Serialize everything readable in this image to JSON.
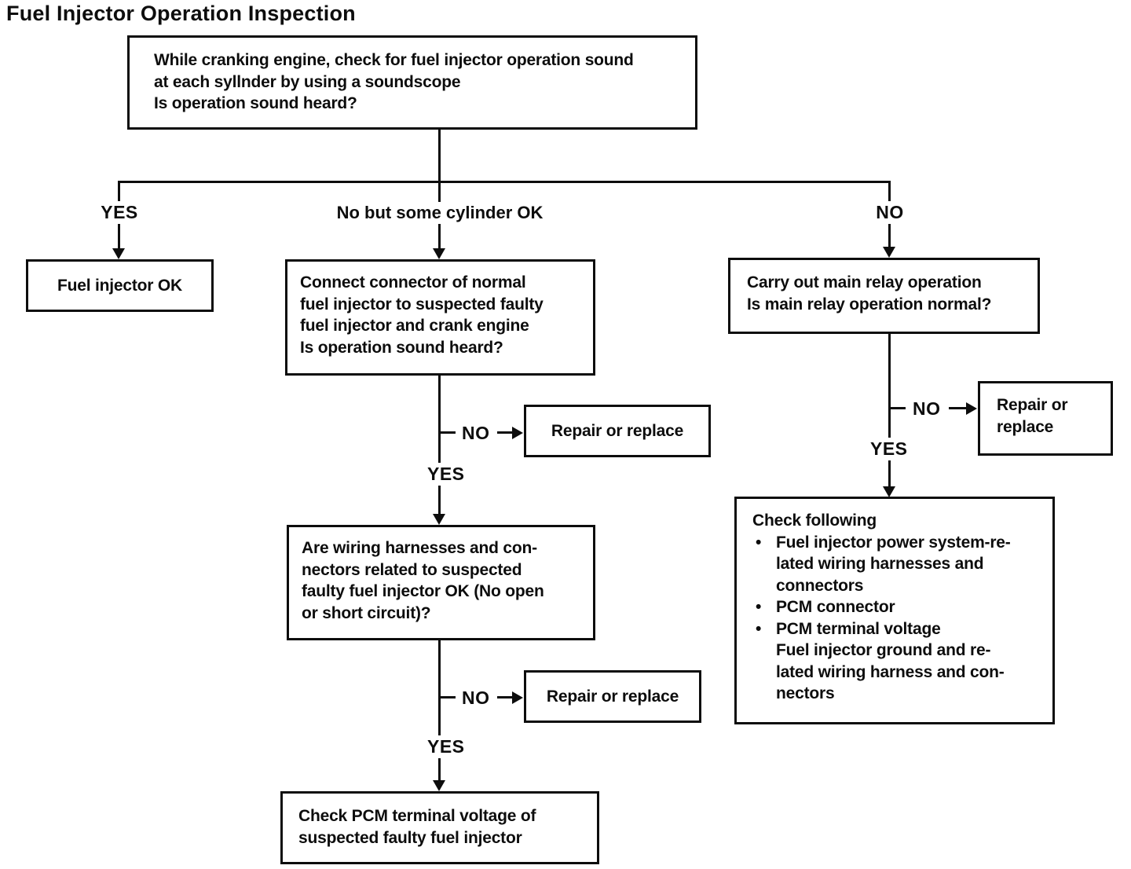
{
  "title": "Fuel Injector Operation Inspection",
  "colors": {
    "ink": "#0d0d0d",
    "paper": "#ffffff"
  },
  "labels": {
    "yes_left": "YES",
    "no_some_cylinder": "No but some cylinder OK",
    "no_right": "NO",
    "no_mid_1": "NO",
    "yes_mid_1": "YES",
    "no_mid_2": "NO",
    "yes_mid_2": "YES",
    "no_right_2": "NO",
    "yes_right_2": "YES"
  },
  "nodes": {
    "start": {
      "lines": [
        "While cranking engine, check for fuel injector operation sound",
        "at each syllnder by using a soundscope",
        "Is operation sound heard?"
      ]
    },
    "fuel_injector_ok": {
      "lines": [
        "Fuel injector OK"
      ]
    },
    "connect_normal_injector": {
      "lines": [
        "Connect connector of normal",
        "fuel injector to suspected faulty",
        "fuel injector and crank engine",
        "Is operation sound heard?"
      ]
    },
    "main_relay_check": {
      "lines": [
        "Carry out main relay operation",
        "Is main relay operation normal?"
      ]
    },
    "repair_mid_1": {
      "lines": [
        "Repair or replace"
      ]
    },
    "wiring_harness_check": {
      "lines": [
        "Are wiring harnesses and con-",
        "nectors related to suspected",
        "faulty fuel injector OK (No open",
        "or short circuit)?"
      ]
    },
    "repair_mid_2": {
      "lines": [
        "Repair or replace"
      ]
    },
    "check_pcm_voltage": {
      "lines": [
        "Check PCM terminal voltage of",
        "suspected faulty fuel injector"
      ]
    },
    "repair_right": {
      "lines": [
        "Repair or",
        "replace"
      ]
    },
    "check_following": {
      "heading": "Check following",
      "groups": [
        {
          "bullet": "•",
          "lines": [
            "Fuel injector power system-re-",
            "lated wiring harnesses and",
            "connectors"
          ]
        },
        {
          "bullet": "•",
          "lines": [
            "PCM connector"
          ]
        },
        {
          "bullet": "•",
          "lines": [
            "PCM terminal voltage"
          ]
        },
        {
          "bullet": "",
          "lines": [
            "Fuel injector ground and re-",
            "lated wiring harness and con-",
            "nectors"
          ]
        }
      ]
    }
  }
}
